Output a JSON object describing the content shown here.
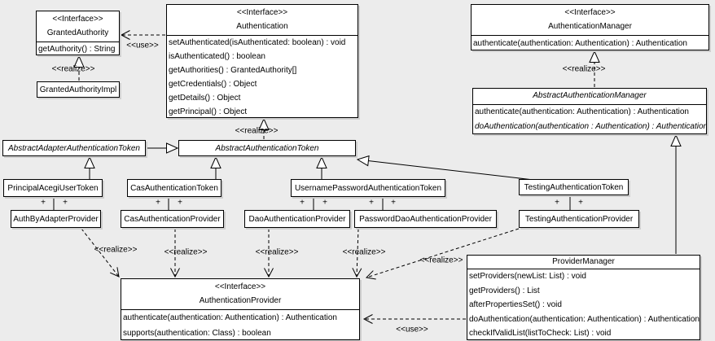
{
  "colors": {
    "background": "#ececec",
    "box_fill": "#ffffff",
    "line": "#000000",
    "shadow": "#cfcfcf"
  },
  "labels": {
    "use": "<<use>>",
    "realize": "<<realize>>",
    "plus": "+"
  },
  "classes": {
    "granted_authority": {
      "stereotype": "<<Interface>>",
      "name": "GrantedAuthority",
      "methods": [
        "getAuthority() : String"
      ]
    },
    "granted_authority_impl": {
      "name": "GrantedAuthorityImpl"
    },
    "authentication": {
      "stereotype": "<<Interface>>",
      "name": "Authentication",
      "methods": [
        "setAuthenticated(isAuthenticated: boolean) : void",
        "isAuthenticated() : boolean",
        "getAuthorities() : GrantedAuthority[]",
        "getCredentials() : Object",
        "getDetails() : Object",
        "getPrincipal() : Object"
      ]
    },
    "authentication_manager": {
      "stereotype": "<<Interface>>",
      "name": "AuthenticationManager",
      "methods": [
        "authenticate(authentication: Authentication) : Authentication"
      ]
    },
    "abstract_authentication_manager": {
      "name": "AbstractAuthenticationManager",
      "methods": [
        "authenticate(authentication: Authentication) : Authentication",
        "doAuthentication(authentication : Authentication) : Authentication"
      ]
    },
    "abstract_adapter_authentication_token": {
      "name": "AbstractAdapterAuthenticationToken"
    },
    "abstract_authentication_token": {
      "name": "AbstractAuthenticationToken"
    },
    "principal_acegi_user_token": {
      "name": "PrincipalAcegiUserToken"
    },
    "cas_authentication_token": {
      "name": "CasAuthenticationToken"
    },
    "username_password_authentication_token": {
      "name": "UsernamePasswordAuthenticationToken"
    },
    "testing_authentication_token": {
      "name": "TestingAuthenticationToken"
    },
    "auth_by_adapter_provider": {
      "name": "AuthByAdapterProvider"
    },
    "cas_authentication_provider": {
      "name": "CasAuthenticationProvider"
    },
    "dao_authentication_provider": {
      "name": "DaoAuthenticationProvider"
    },
    "password_dao_authentication_provider": {
      "name": "PasswordDaoAuthenticationProvider"
    },
    "testing_authentication_provider": {
      "name": "TestingAuthenticationProvider"
    },
    "authentication_provider": {
      "stereotype": "<<Interface>>",
      "name": "AuthenticationProvider",
      "methods": [
        "authenticate(authentication: Authentication) : Authentication",
        "supports(authentication: Class) : boolean"
      ]
    },
    "provider_manager": {
      "name": "ProviderManager",
      "methods": [
        "setProviders(newList: List) : void",
        "getProviders() : List",
        "afterPropertiesSet() : void",
        "doAuthentication(authentication: Authentication) : Authentication",
        "checkIfValidList(listToCheck: List) : void"
      ]
    }
  }
}
